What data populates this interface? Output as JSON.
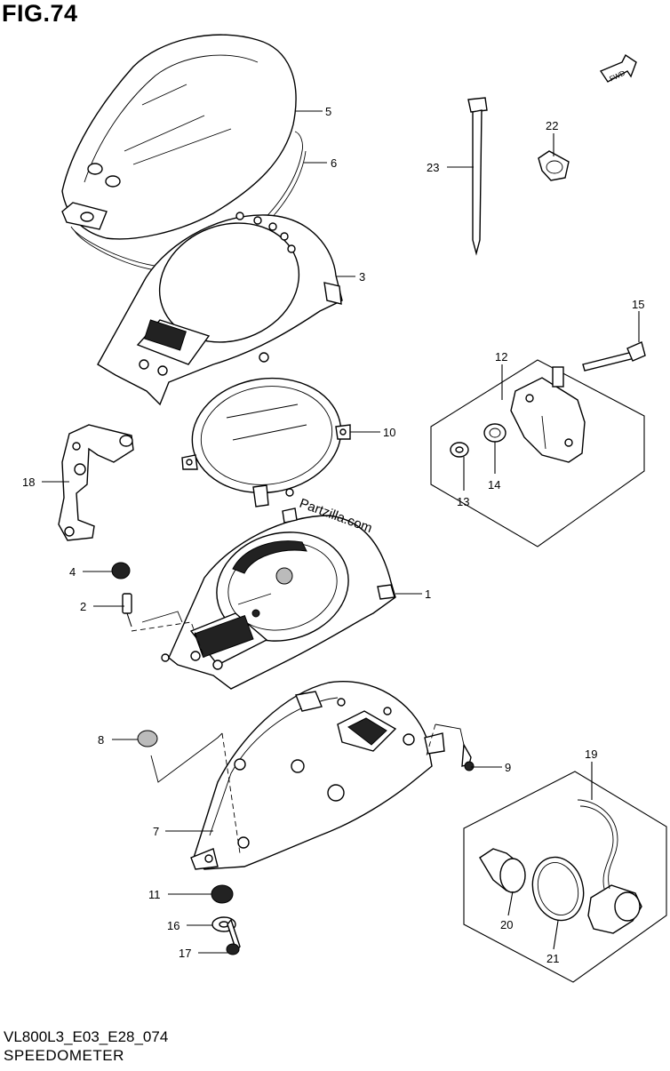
{
  "figure": {
    "title": "FIG.74",
    "footer_code": "VL800L3_E03_E28_074",
    "footer_name": "SPEEDOMETER",
    "watermark": "Partzilla.com",
    "direction_label": "FWD"
  },
  "callouts": {
    "c1": "1",
    "c2": "2",
    "c3": "3",
    "c4": "4",
    "c5": "5",
    "c6": "6",
    "c7": "7",
    "c8": "8",
    "c9": "9",
    "c10": "10",
    "c11": "11",
    "c12": "12",
    "c13": "13",
    "c14": "14",
    "c15": "15",
    "c16": "16",
    "c17": "17",
    "c18": "18",
    "c19": "19",
    "c20": "20",
    "c21": "21",
    "c22": "22",
    "c23": "23"
  }
}
